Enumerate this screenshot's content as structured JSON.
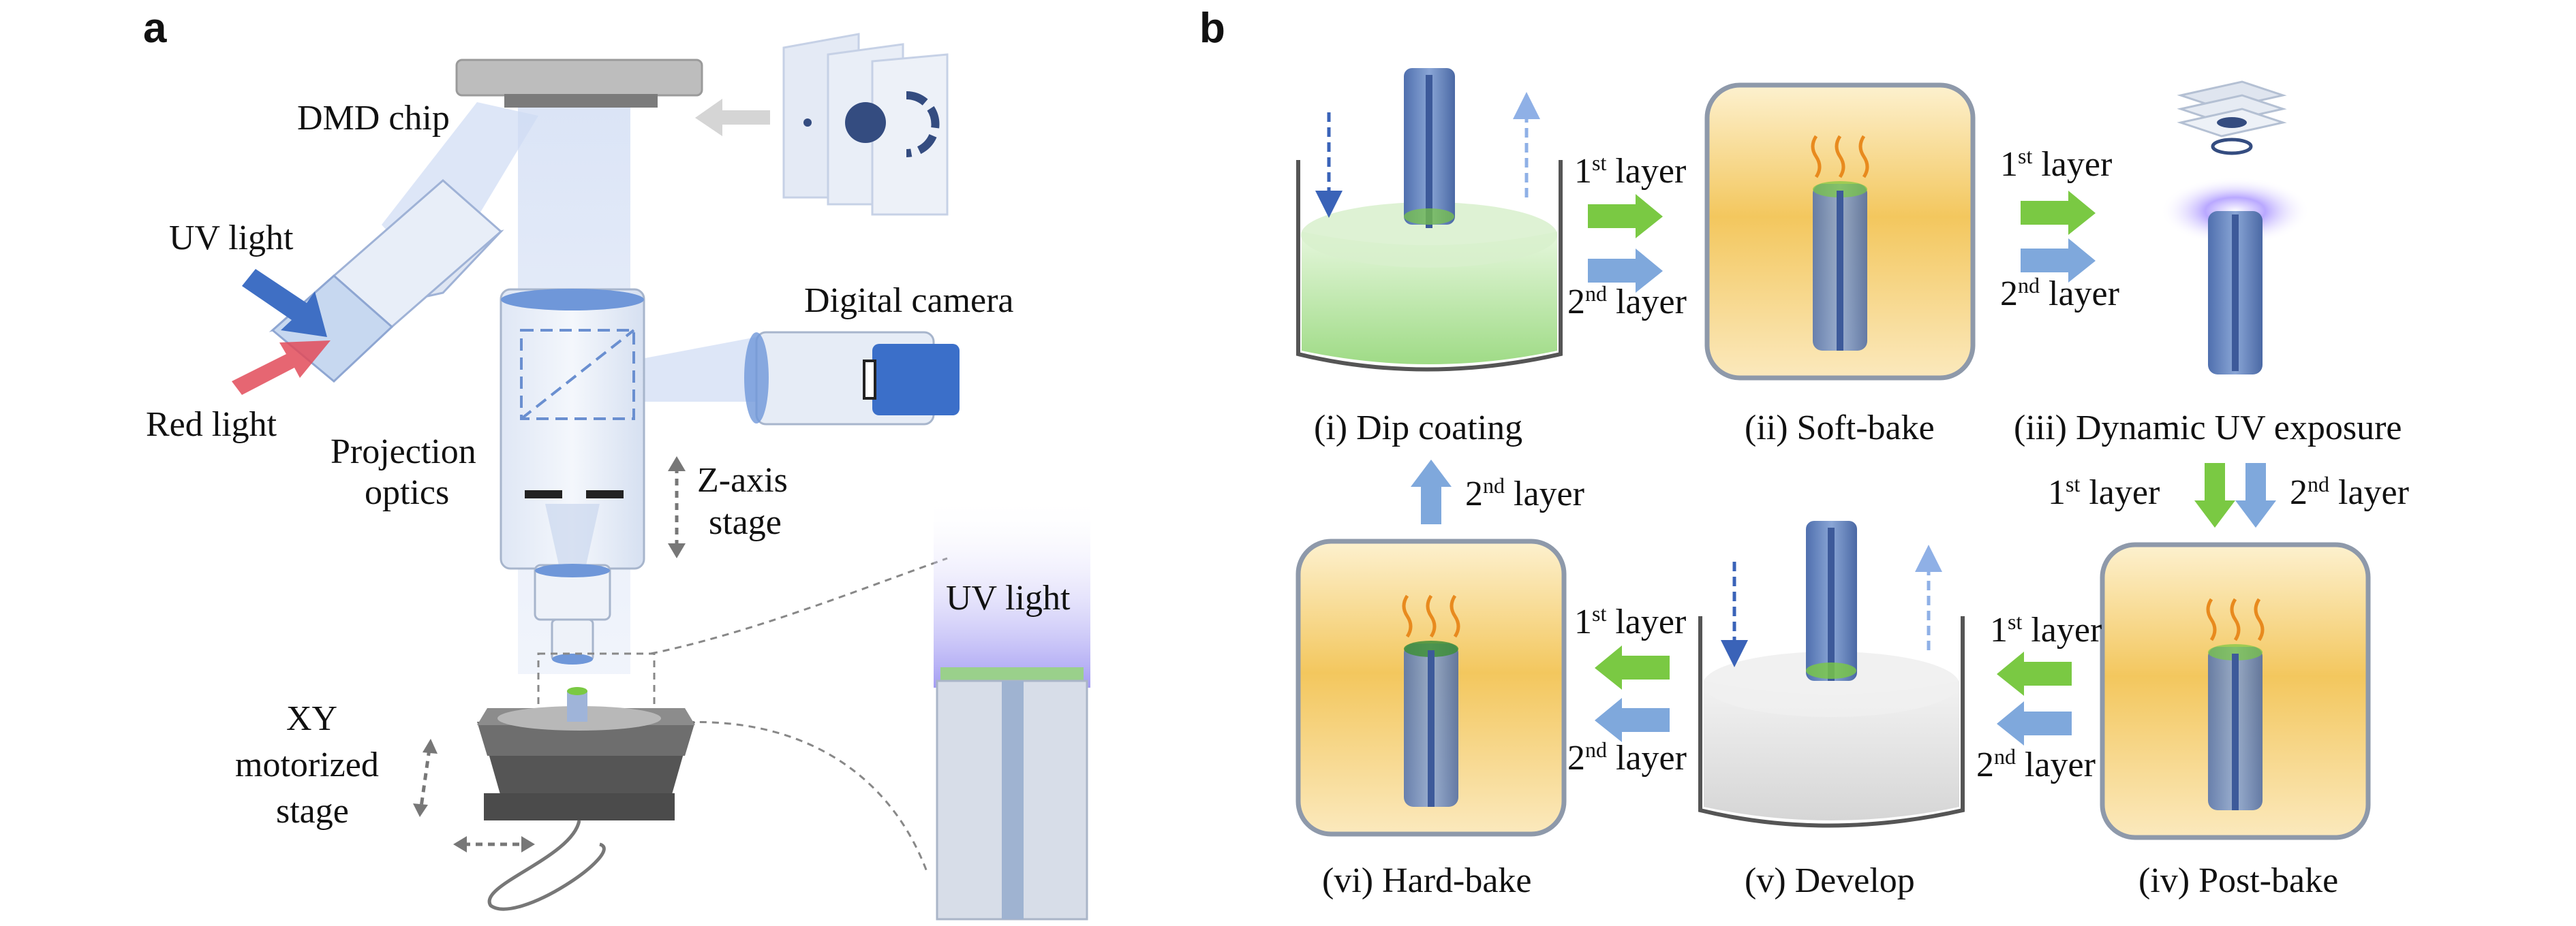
{
  "panel_a": {
    "letter": "a",
    "labels": {
      "dmd_chip": "DMD chip",
      "uv_light": "UV light",
      "red_light": "Red light",
      "digital_camera": "Digital camera",
      "projection_line1": "Projection",
      "projection_line2": "optics",
      "zaxis_line1": "Z-axis",
      "zaxis_line2": "stage",
      "xy_line1": "XY",
      "xy_line2": "motorized",
      "xy_line3": "stage",
      "inset_uv_light": "UV light"
    }
  },
  "panel_b": {
    "letter": "b",
    "steps": {
      "dip_coating": "(i) Dip coating",
      "soft_bake": "(ii) Soft-bake",
      "uv_exposure": "(iii) Dynamic UV exposure",
      "post_bake": "(iv) Post-bake",
      "develop": "(v) Develop",
      "hard_bake": "(vi) Hard-bake"
    },
    "layer_labels": {
      "first_num": "1",
      "first_sup": "st",
      "second_num": "2",
      "second_sup": "nd",
      "word": " layer"
    }
  },
  "colors": {
    "first_layer_arrow": "#7ac943",
    "second_layer_arrow": "#7fa8dc",
    "bake_panel": "#f5d279",
    "fiber": "#5b7fbf"
  }
}
